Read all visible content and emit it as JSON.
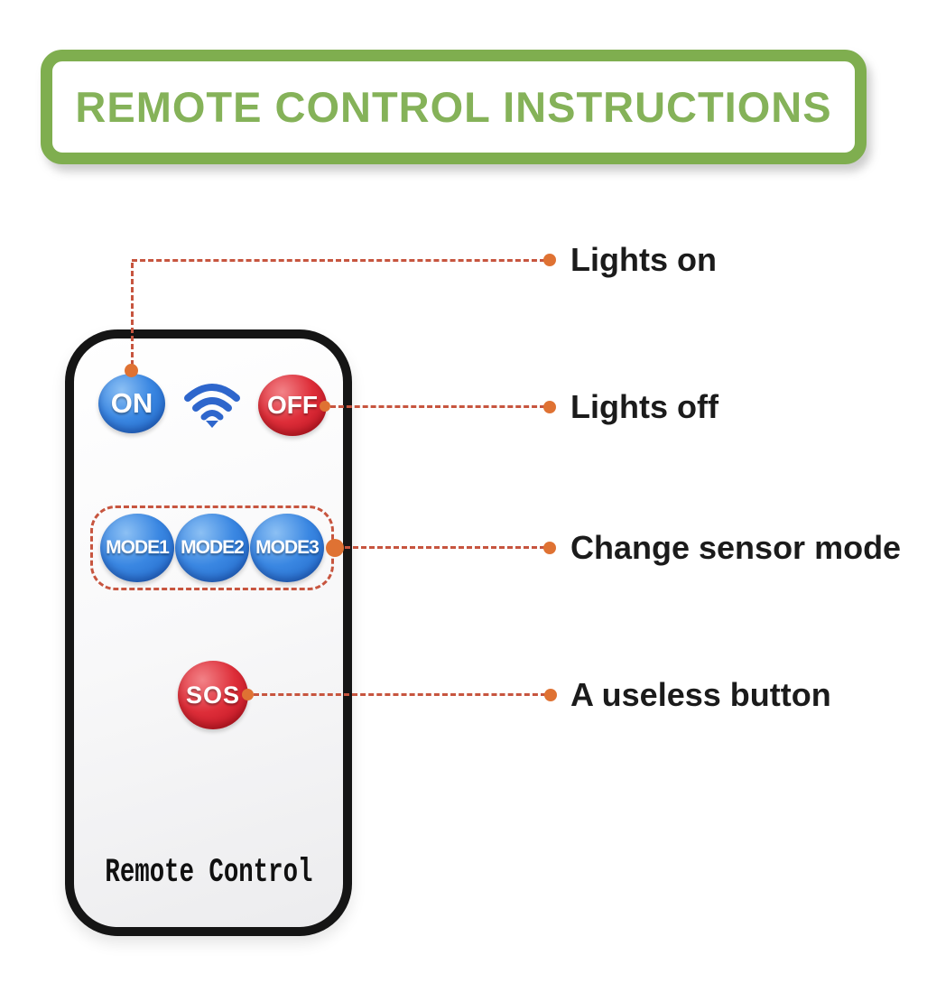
{
  "title": {
    "text": "REMOTE CONTROL INSTRUCTIONS"
  },
  "remote": {
    "brand_label": "Remote Control",
    "on_button": "ON",
    "off_button": "OFF",
    "mode1_button": "MODE1",
    "mode2_button": "MODE2",
    "mode3_button": "MODE3",
    "sos_button": "SOS",
    "wifi_icon": "wifi-icon"
  },
  "annotations": {
    "lights_on": "Lights on",
    "lights_off": "Lights off",
    "change_mode": "Change sensor mode",
    "useless": "A useless button"
  },
  "colors": {
    "title_green": "#85b259",
    "border_green": "#7fae4f",
    "button_blue": "#2b7de0",
    "button_red": "#d6202f",
    "wifi_blue": "#2e66cc",
    "leader_orange": "#c7553f",
    "dot_orange": "#df7233",
    "remote_outline": "#151515"
  }
}
